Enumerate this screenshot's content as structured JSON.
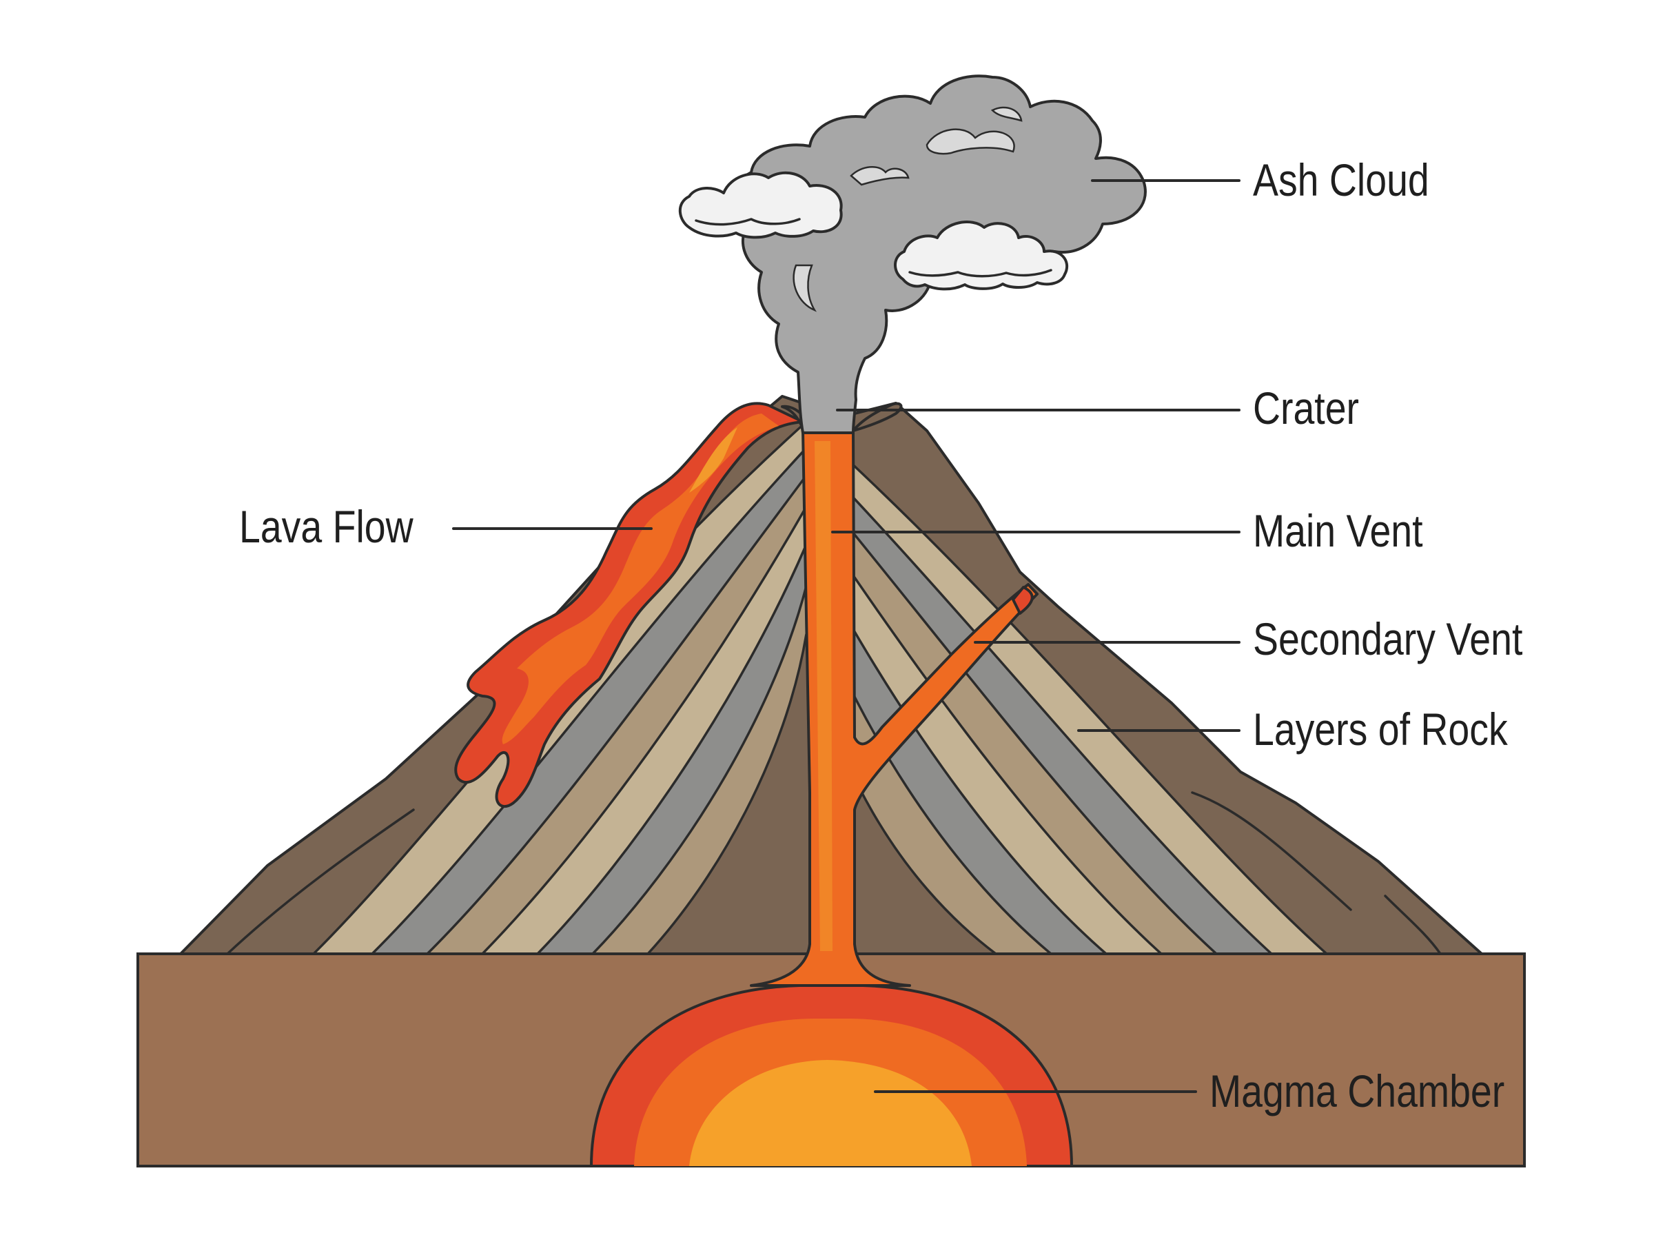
{
  "labels": {
    "ash_cloud": "Ash Cloud",
    "crater": "Crater",
    "lava_flow": "Lava Flow",
    "main_vent": "Main Vent",
    "secondary_vent": "Secondary Vent",
    "layers_of_rock": "Layers of Rock",
    "magma_chamber": "Magma Chamber"
  },
  "colors": {
    "ground": "#9c7153",
    "outer_rock": "#7a6553",
    "layer_beige": "#c4b394",
    "layer_tan": "#ad987b",
    "layer_gray": "#8e8e8c",
    "lava_orange": "#ef6b22",
    "lava_red": "#e2472a",
    "magma_core": "#f6a12a",
    "ash_gray": "#a7a7a7",
    "cloud_white": "#f2f2f2"
  }
}
